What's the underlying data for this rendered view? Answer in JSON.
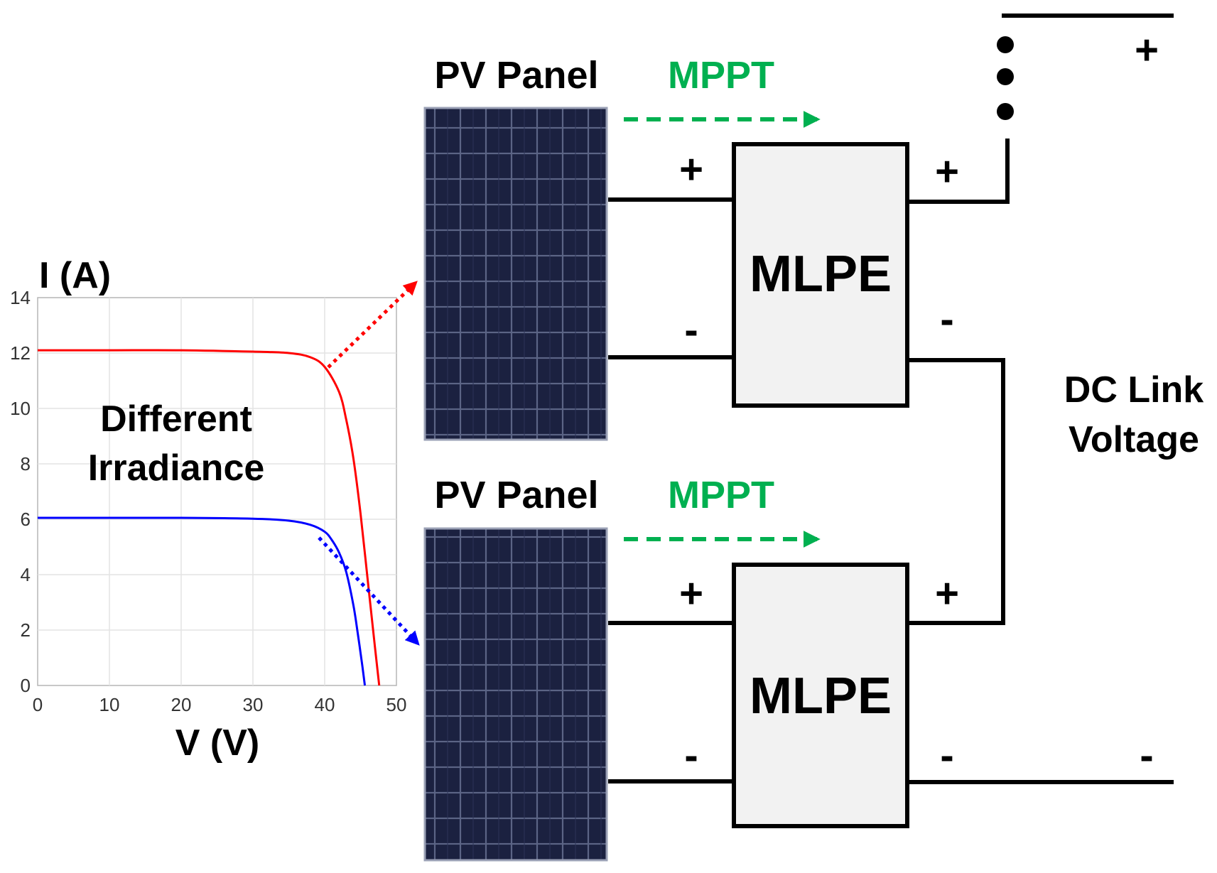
{
  "plot": {
    "y_axis_label": "I (A)",
    "x_axis_label": "V (V)",
    "annotation_line1": "Different",
    "annotation_line2": "Irradiance",
    "x_ticks": [
      "0",
      "10",
      "20",
      "30",
      "40",
      "50"
    ],
    "y_ticks": [
      "0",
      "2",
      "4",
      "6",
      "8",
      "10",
      "12",
      "14"
    ]
  },
  "chart_data": {
    "type": "line",
    "xlabel": "V (V)",
    "ylabel": "I (A)",
    "xlim": [
      0,
      50
    ],
    "ylim": [
      0,
      14
    ],
    "grid": true,
    "annotation": "Different Irradiance",
    "series": [
      {
        "color": "#ff0000",
        "x": [
          0,
          10,
          20,
          30,
          35,
          38,
          40,
          42,
          43,
          44,
          45,
          46,
          47,
          47.6
        ],
        "y": [
          12.1,
          12.1,
          12.1,
          12.05,
          12.0,
          11.85,
          11.5,
          10.6,
          9.6,
          8.2,
          6.2,
          3.8,
          1.4,
          0
        ]
      },
      {
        "color": "#0000ff",
        "x": [
          0,
          10,
          20,
          30,
          35,
          38,
          40,
          41,
          42,
          43,
          44,
          44.6,
          45.2,
          45.6
        ],
        "y": [
          6.05,
          6.05,
          6.05,
          6.02,
          5.95,
          5.8,
          5.55,
          5.25,
          4.8,
          4.1,
          2.9,
          1.9,
          0.8,
          0
        ]
      }
    ]
  },
  "circuit": {
    "panels": [
      {
        "label": "PV Panel",
        "mppt": "MPPT"
      },
      {
        "label": "PV Panel",
        "mppt": "MPPT"
      }
    ],
    "converters": [
      {
        "label": "MLPE",
        "in_plus": "+",
        "in_minus": "-",
        "out_plus": "+",
        "out_minus": "-"
      },
      {
        "label": "MLPE",
        "in_plus": "+",
        "in_minus": "-",
        "out_plus": "+",
        "out_minus": "-"
      }
    ],
    "dc_link_line1": "DC Link",
    "dc_link_line2": "Voltage",
    "bus_plus": "+",
    "bus_minus": "-"
  },
  "colors": {
    "red_curve": "#ff0000",
    "blue_curve": "#0000ff",
    "mppt_green": "#00b050",
    "panel_fill": "#1b2140",
    "mlpe_fill": "#f2f2f2"
  }
}
